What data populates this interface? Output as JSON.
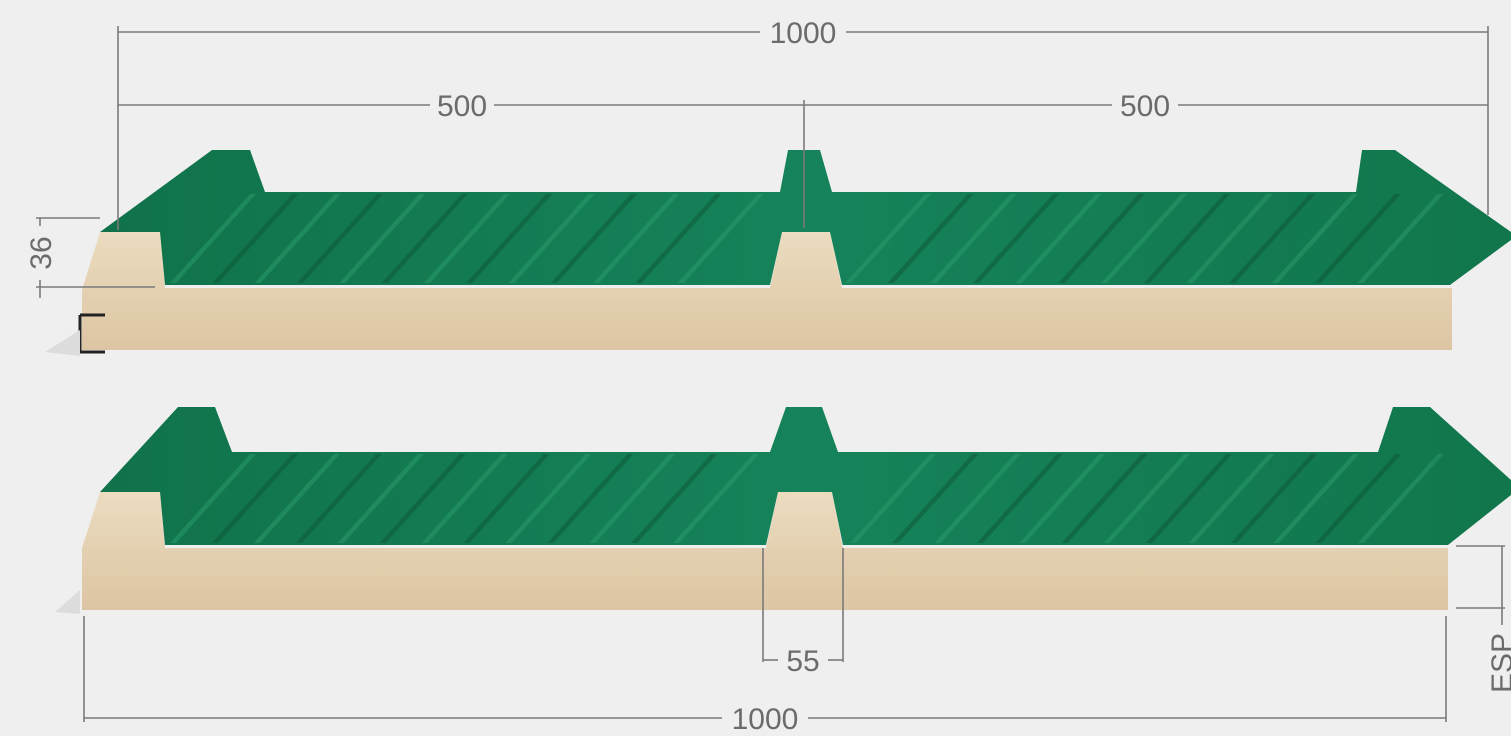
{
  "dimensions": {
    "top_total": "1000",
    "top_half_left": "500",
    "top_half_right": "500",
    "rib_height": "36",
    "rib_width": "55",
    "bottom_total": "1000",
    "thickness": "ESP"
  },
  "colors": {
    "background": "#efefef",
    "dimension_line": "#7a7a7a",
    "steel_green": "#157a4f",
    "steel_green_light": "#2a9a6a",
    "steel_green_dark": "#0d5a39",
    "foam_core": "#e7d4b7"
  },
  "panels": [
    {
      "name": "top-panel",
      "ribs": 26
    },
    {
      "name": "bottom-panel",
      "ribs": 26
    }
  ]
}
